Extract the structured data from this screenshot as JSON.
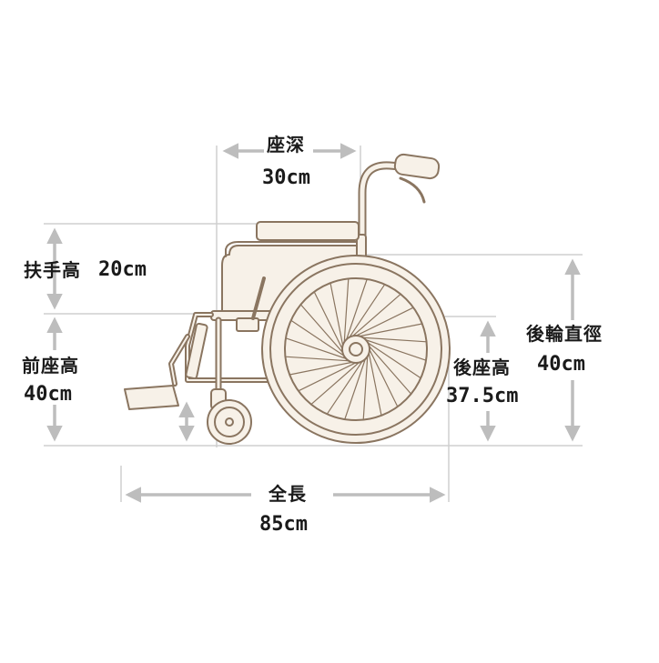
{
  "colors": {
    "line": "#8a7560",
    "fill": "#f7f1e8",
    "arrow": "#bdbdbd",
    "guide": "#cfcfcf",
    "text": "#1a1a1a"
  },
  "labels": {
    "seat_depth": {
      "name": "座深",
      "value": "30cm"
    },
    "armrest_height": {
      "name": "扶手高",
      "value": "20cm"
    },
    "front_seat_height": {
      "name": "前座高",
      "value": "40cm"
    },
    "rear_seat_height": {
      "name": "後座高",
      "value": "37.5cm"
    },
    "rear_wheel_diameter": {
      "name": "後輪直徑",
      "value": "40cm"
    },
    "overall_length": {
      "name": "全長",
      "value": "85cm"
    }
  }
}
